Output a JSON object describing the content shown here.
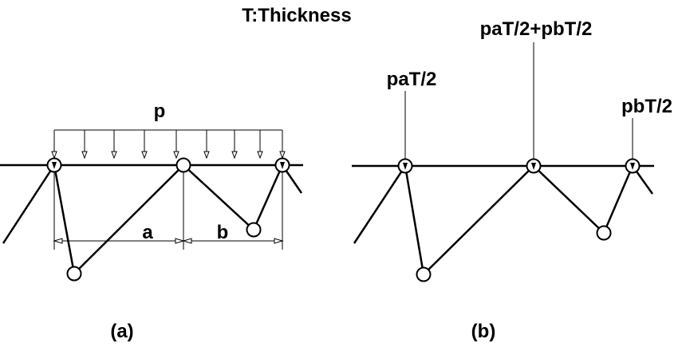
{
  "title": "T:Thickness",
  "panel_a": {
    "caption": "(a)",
    "load_label": "p",
    "dim_a_label": "a",
    "dim_b_label": "b"
  },
  "panel_b": {
    "caption": "(b)",
    "left_load_label": "paT/2",
    "middle_load_label": "paT/2+pbT/2",
    "right_load_label": "pbT/2"
  }
}
